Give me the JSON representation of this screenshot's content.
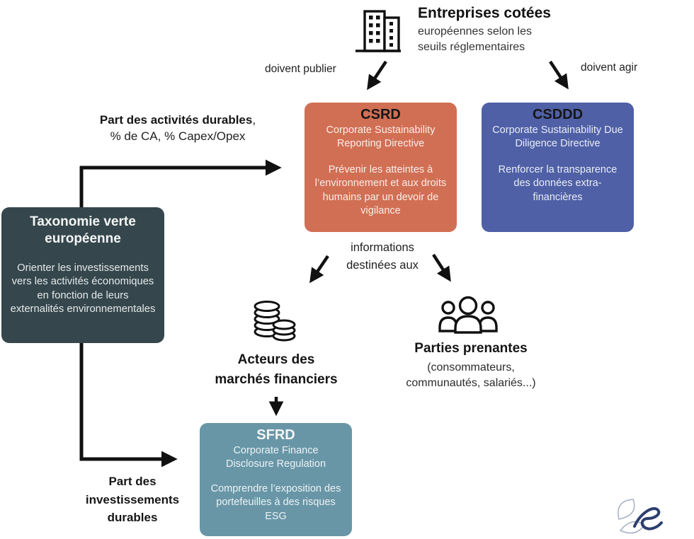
{
  "header": {
    "title": "Entreprises cotées",
    "subtitle": "européennes selon les\nseuils réglementaires"
  },
  "edge_labels": {
    "publish": "doivent publier",
    "act": "doivent agir",
    "informations": "informations\ndestinées aux"
  },
  "left_flow": {
    "activities_bold": "Part des activités durables",
    "activities_comma": ",",
    "activities_line2": "% de CA, % Capex/Opex",
    "investments": "Part des\ninvestissements\ndurables"
  },
  "boxes": {
    "taxonomy": {
      "title": "Taxonomie verte\neuropéenne",
      "body": "Orienter les investissements\nvers les activités économiques\nen fonction de leurs\nexternalités environnementales",
      "bg": "#35474d"
    },
    "csrd": {
      "title": "CSRD",
      "subtitle": "Corporate Sustainability\nReporting Directive",
      "body": "Prévenir les atteintes à\nl’environnement et aux droits\nhumains par un devoir de\nvigilance",
      "bg": "#d16f54"
    },
    "csddd": {
      "title": "CSDDD",
      "subtitle": "Corporate Sustainability Due\nDiligence Directive",
      "body": "Renforcer la transparence\ndes données extra-\nfinancières",
      "bg": "#4f60a6"
    },
    "sfrd": {
      "title": "SFRD",
      "subtitle": "Corporate Finance\nDisclosure Regulation",
      "body": "Comprendre l’exposition des\nportefeuilles à des risques\nESG",
      "bg": "#6896a7"
    }
  },
  "actors": {
    "financial_markets": "Acteurs des\nmarchés financiers",
    "stakeholders_title": "Parties prenantes",
    "stakeholders_sub": "(consommateurs,\ncommunautés, salariés...)"
  },
  "icons": {
    "building": "building-icon",
    "coins": "coins-icon",
    "people": "people-icon",
    "logo": "brand-logo"
  },
  "colors": {
    "arrow": "#111111",
    "csrd_bg": "#d16f54",
    "csddd_bg": "#4f60a6",
    "taxonomy_bg": "#35474d",
    "sfrd_bg": "#6896a7",
    "logo_navy": "#2c3e70",
    "logo_petal": "#a9b2c6"
  }
}
